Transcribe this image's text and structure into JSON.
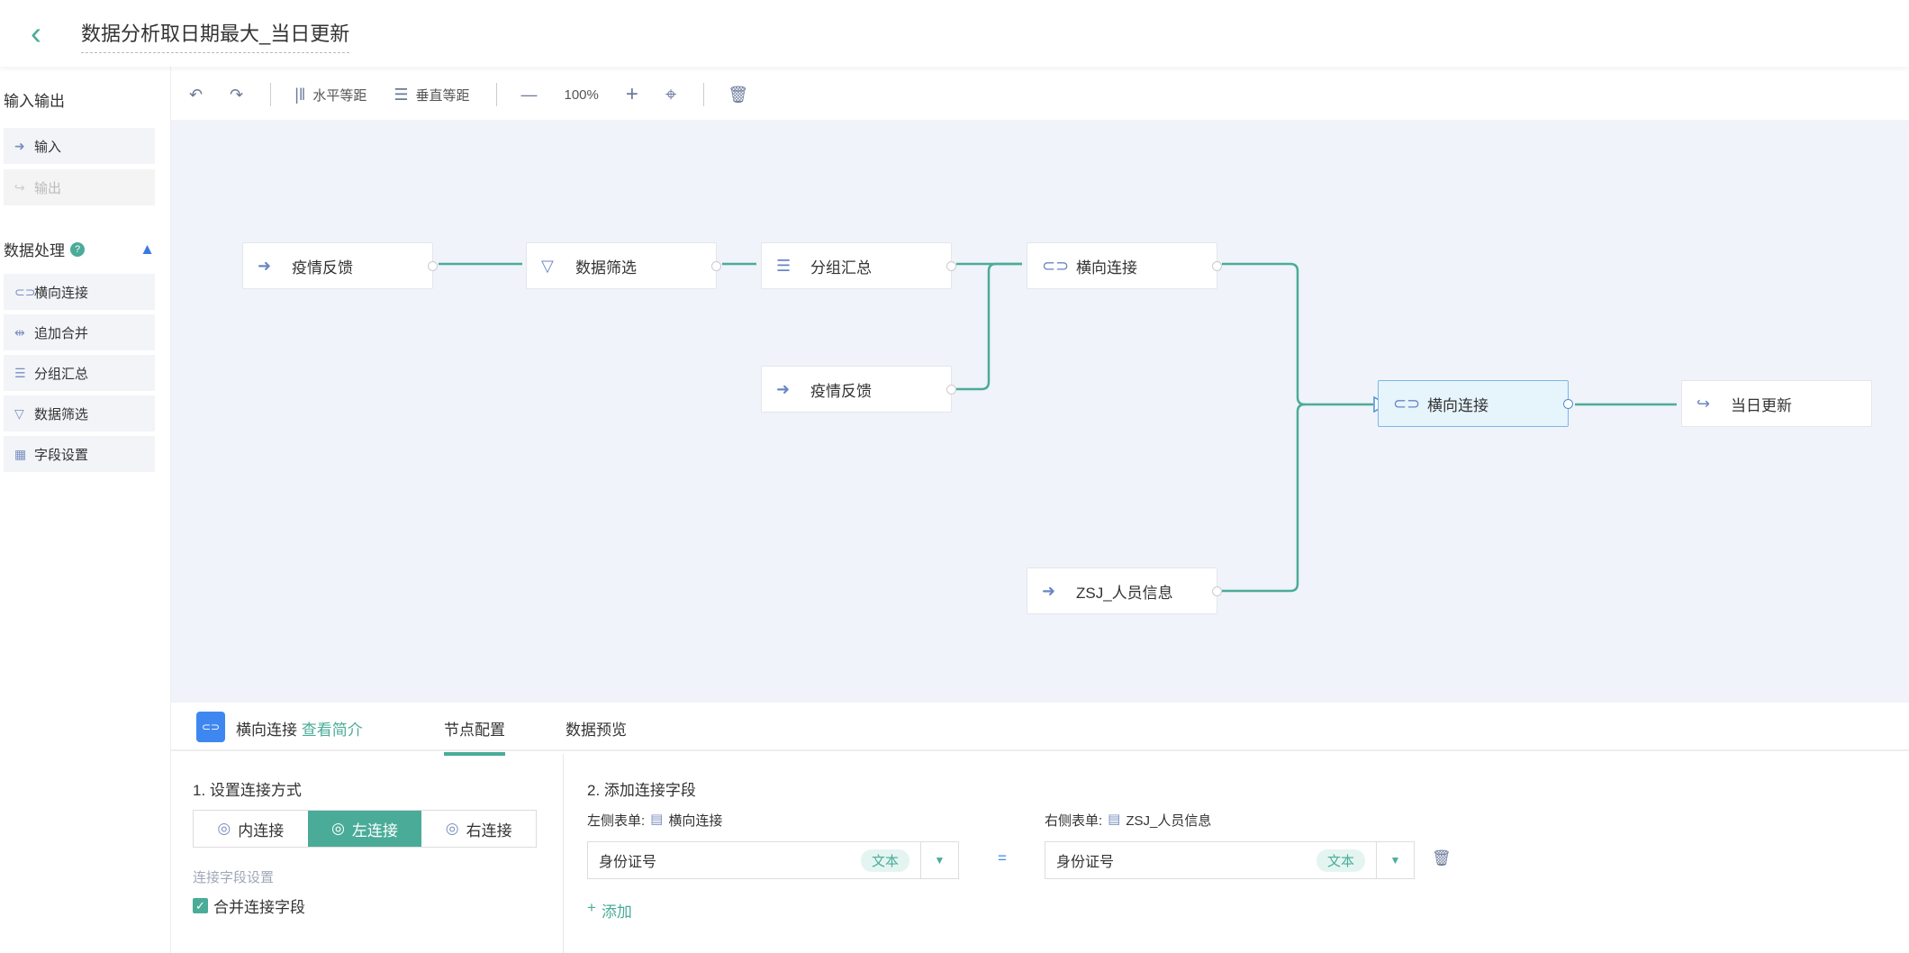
{
  "header": {
    "title": "数据分析取日期最大_当日更新"
  },
  "sidebar": {
    "io_title": "输入输出",
    "io_items": [
      {
        "label": "输入"
      },
      {
        "label": "输出"
      }
    ],
    "proc_title": "数据处理",
    "proc_items": [
      {
        "label": "横向连接"
      },
      {
        "label": "追加合并"
      },
      {
        "label": "分组汇总"
      },
      {
        "label": "数据筛选"
      },
      {
        "label": "字段设置"
      }
    ]
  },
  "toolbar": {
    "h_equal": "水平等距",
    "v_equal": "垂直等距",
    "zoom": "100%"
  },
  "canvas": {
    "nodes": [
      {
        "label": "疫情反馈"
      },
      {
        "label": "数据筛选"
      },
      {
        "label": "分组汇总"
      },
      {
        "label": "横向连接"
      },
      {
        "label": "疫情反馈"
      },
      {
        "label": "横向连接"
      },
      {
        "label": "当日更新"
      },
      {
        "label": "ZSJ_人员信息"
      }
    ]
  },
  "panel": {
    "node_name": "横向连接",
    "intro_link": "查看简介",
    "tabs": [
      "节点配置",
      "数据预览"
    ],
    "section1": "1. 设置连接方式",
    "join_types": [
      "内连接",
      "左连接",
      "右连接"
    ],
    "field_settings": "连接字段设置",
    "merge_fields": "合并连接字段",
    "section2": "2. 添加连接字段",
    "left_label": "左侧表单:",
    "left_table": "横向连接",
    "right_label": "右侧表单:",
    "right_table": "ZSJ_人员信息",
    "left_field": "身份证号",
    "left_type": "文本",
    "equals": "=",
    "right_field": "身份证号",
    "right_type": "文本",
    "add": "添加"
  }
}
